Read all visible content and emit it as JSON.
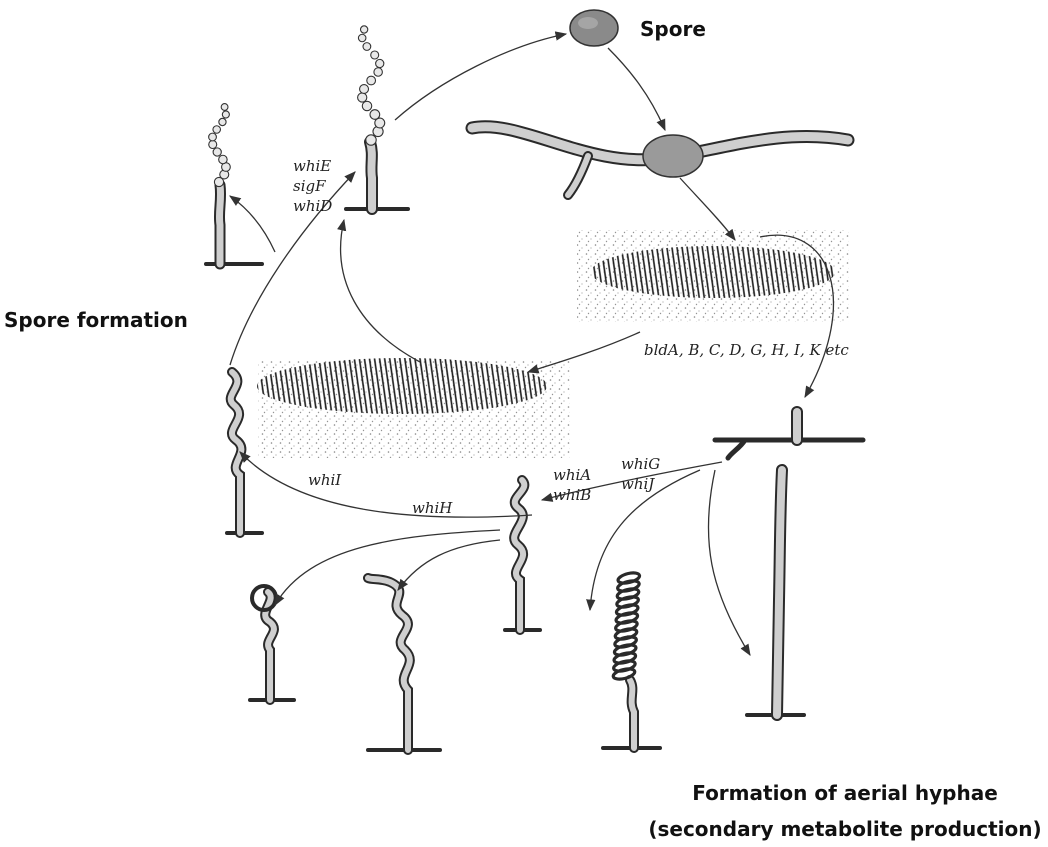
{
  "labels": {
    "spore": "Spore",
    "spore_formation": "Spore formation",
    "aerial_line1": "Formation of aerial hyphae",
    "aerial_line2": "(secondary metabolite production)"
  },
  "genes": {
    "whiE": "whiE",
    "sigF": "sigF",
    "whiD": "whiD",
    "bld": "bldA, B, C, D, G, H, I, K etc",
    "whiG": "whiG",
    "whiJ": "whiJ",
    "whiA": "whiA",
    "whiB": "whiB",
    "whiI": "whiI",
    "whiH": "whiH"
  }
}
